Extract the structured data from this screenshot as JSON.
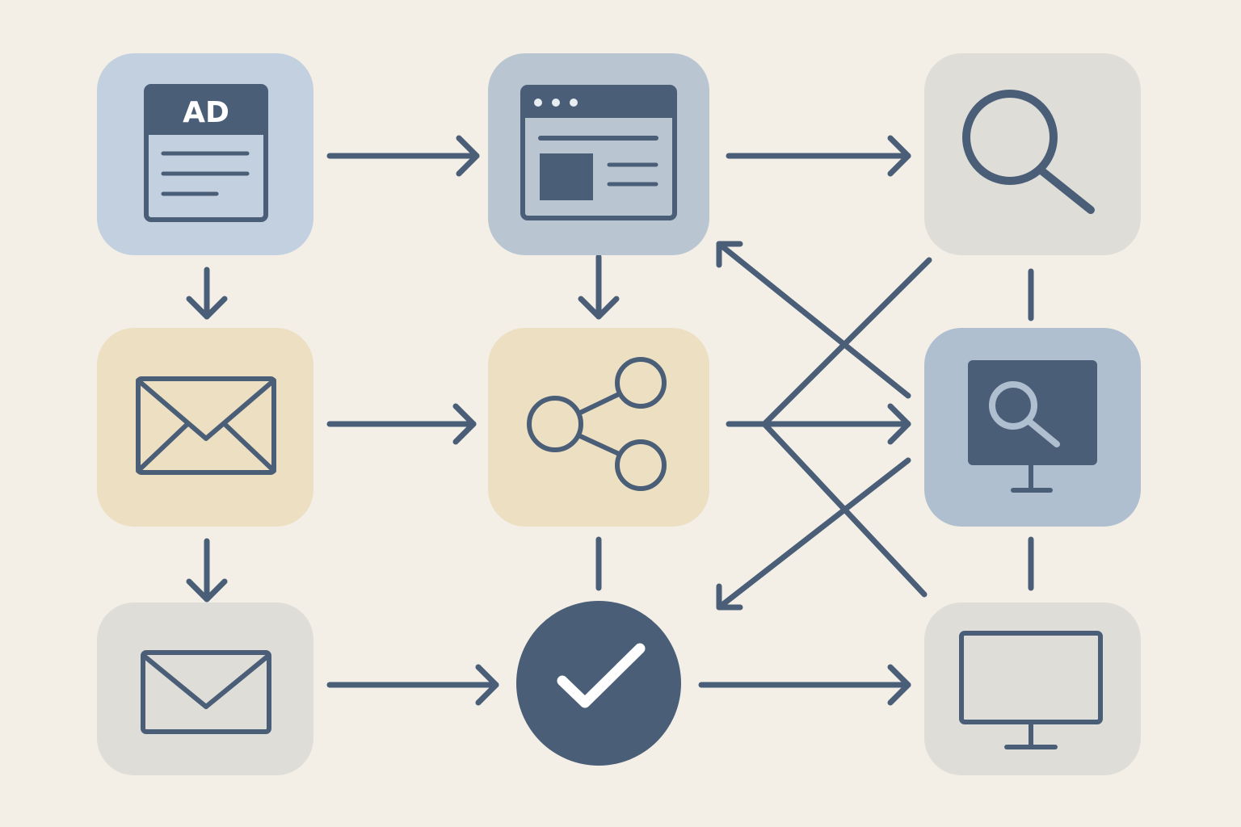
{
  "colors": {
    "background": "#F3EFE6",
    "ink": "#4A5E78",
    "tile_blue": "#C3D0E0",
    "tile_steel": "#B9C6D2",
    "tile_gray": "#DFDDD7",
    "tile_sand": "#EDDFC2",
    "tile_dark_blue": "#AFBFD0",
    "ad_band_text": "#FFFFFF",
    "check_mark": "#FFFFFF"
  },
  "nodes": [
    {
      "id": "ad",
      "icon": "ad-banner-icon",
      "text": "AD"
    },
    {
      "id": "web",
      "icon": "browser-window-icon"
    },
    {
      "id": "search",
      "icon": "magnifier-icon"
    },
    {
      "id": "email",
      "icon": "envelope-icon"
    },
    {
      "id": "share",
      "icon": "share-icon"
    },
    {
      "id": "search-display",
      "icon": "search-monitor-icon"
    },
    {
      "id": "email-2",
      "icon": "envelope-icon"
    },
    {
      "id": "conversion",
      "icon": "check-icon"
    },
    {
      "id": "display",
      "icon": "monitor-icon"
    }
  ],
  "edges": [
    {
      "from": "ad",
      "to": "web",
      "arrow": true
    },
    {
      "from": "web",
      "to": "search",
      "arrow": true
    },
    {
      "from": "ad",
      "to": "email",
      "arrow": true
    },
    {
      "from": "web",
      "to": "share",
      "arrow": true
    },
    {
      "from": "email",
      "to": "share",
      "arrow": true
    },
    {
      "from": "share",
      "to": "search-display",
      "arrow": true
    },
    {
      "from": "email",
      "to": "email-2",
      "arrow": true
    },
    {
      "from": "email-2",
      "to": "conversion",
      "arrow": true
    },
    {
      "from": "conversion",
      "to": "display",
      "arrow": true
    },
    {
      "from": "share",
      "to": "conversion",
      "arrow": false
    },
    {
      "from": "search",
      "to": "search-display",
      "arrow": false
    },
    {
      "from": "search-display",
      "to": "display",
      "arrow": false
    },
    {
      "from": "search-display",
      "to": "web",
      "arrow": true
    },
    {
      "from": "search",
      "to": "share",
      "arrow": false
    },
    {
      "from": "display",
      "to": "share",
      "arrow": false
    },
    {
      "from": "search-display",
      "to": "conversion",
      "arrow": true
    }
  ]
}
